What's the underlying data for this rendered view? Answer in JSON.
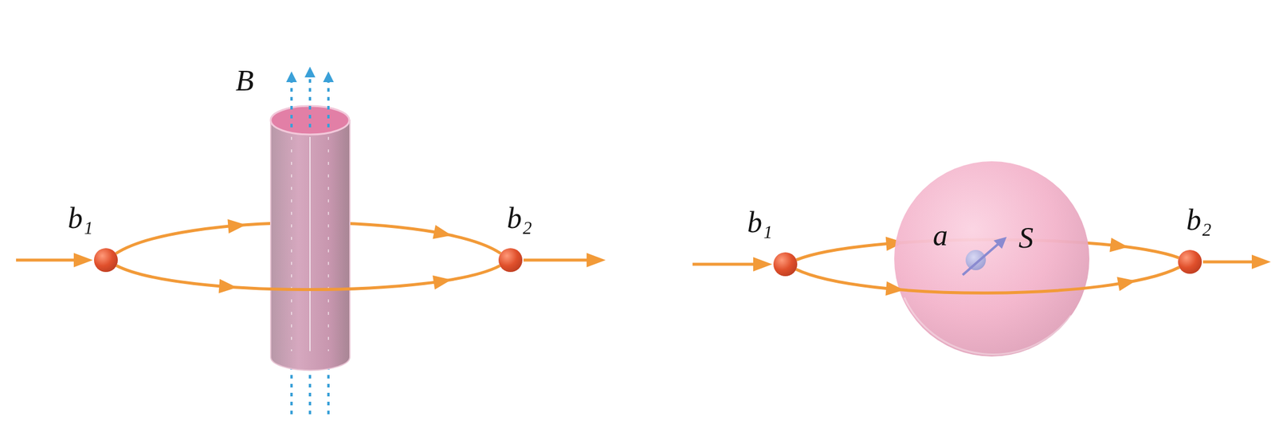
{
  "diagram": {
    "nodes": [
      {
        "text": [
          "b₁"
        ]
      },
      {
        "text": [
          "b₂"
        ]
      },
      {
        "text": [
          "b₁"
        ]
      },
      {
        "text": [
          "b₂"
        ]
      }
    ],
    "edges": [
      {
        "from": 0,
        "to": 1,
        "arrow": "to"
      },
      {
        "from": 0,
        "to": 1,
        "arrow": "to"
      },
      {
        "from": 2,
        "to": 3,
        "arrow": "to"
      },
      {
        "from": 2,
        "to": 3,
        "arrow": "to"
      }
    ],
    "labels": [
      "B⃗",
      "a",
      "S⃗"
    ]
  }
}
